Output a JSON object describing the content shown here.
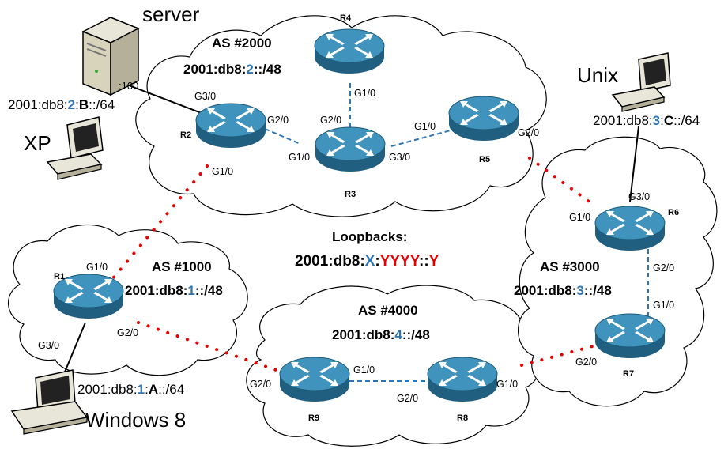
{
  "colors": {
    "as_number": "#2e75b6",
    "loopback_var": "#e60000",
    "serial_link": "#e60000",
    "ethernet_link": "#2e75b6",
    "router_body": "#2f7fa6",
    "router_top": "#4a9cc5"
  },
  "autonomous_systems": [
    {
      "id": "as2000",
      "title": "AS #2000",
      "prefix_pre": "2001:db8:",
      "prefix_num": "2",
      "prefix_post": "::/48"
    },
    {
      "id": "as1000",
      "title": "AS #1000",
      "prefix_pre": "2001:db8:",
      "prefix_num": "1",
      "prefix_post": "::/48"
    },
    {
      "id": "as4000",
      "title": "AS #4000",
      "prefix_pre": "2001:db8:",
      "prefix_num": "4",
      "prefix_post": "::/48"
    },
    {
      "id": "as3000",
      "title": "AS #3000",
      "prefix_pre": "2001:db8:",
      "prefix_num": "3",
      "prefix_post": "::/48"
    }
  ],
  "loopbacks": {
    "title": "Loopbacks:",
    "pre": "2001:db8:",
    "x": "X",
    "sep": ":",
    "yyyy": "YYYY",
    "sep2": "::",
    "y": "Y"
  },
  "routers": [
    "R1",
    "R2",
    "R3",
    "R4",
    "R5",
    "R6",
    "R7",
    "R8",
    "R9"
  ],
  "interfaces": {
    "r2_g30": "G3/0",
    "r2_g20": "G2/0",
    "r2_g10": "G1/0",
    "r4_g10": "G1/0",
    "r3_g20": "G2/0",
    "r3_g10": "G1/0",
    "r3_g30": "G3/0",
    "r5_g10": "G1/0",
    "r5_g20": "G2/0",
    "r6_g30": "G3/0",
    "r6_g10": "G1/0",
    "r6_g20": "G2/0",
    "r7_g10": "G1/0",
    "r7_g20": "G2/0",
    "r1_g10": "G1/0",
    "r1_g30": "G3/0",
    "r1_g20": "G2/0",
    "r9_g20": "G2/0",
    "r9_g10": "G1/0",
    "r8_g20": "G2/0",
    "r8_g10": "G1/0"
  },
  "hosts": {
    "server": {
      "name": "server",
      "host_id": ":100",
      "pre": "2001:db8:",
      "num": "2",
      "sep": ":",
      "letter": "B",
      "post": "::/64",
      "icon": "server-icon"
    },
    "xp": {
      "name": "XP",
      "icon": "desktop-pc-icon"
    },
    "unix": {
      "name": "Unix",
      "pre": "2001:db8:",
      "num": "3",
      "sep": ":",
      "letter": "C",
      "post": "::/64",
      "icon": "desktop-pc-icon"
    },
    "windows8": {
      "name": "Windows 8",
      "pre": "2001:db8:",
      "num": "1",
      "sep": ":",
      "letter": "A",
      "post": "::/64",
      "icon": "laptop-icon"
    }
  }
}
